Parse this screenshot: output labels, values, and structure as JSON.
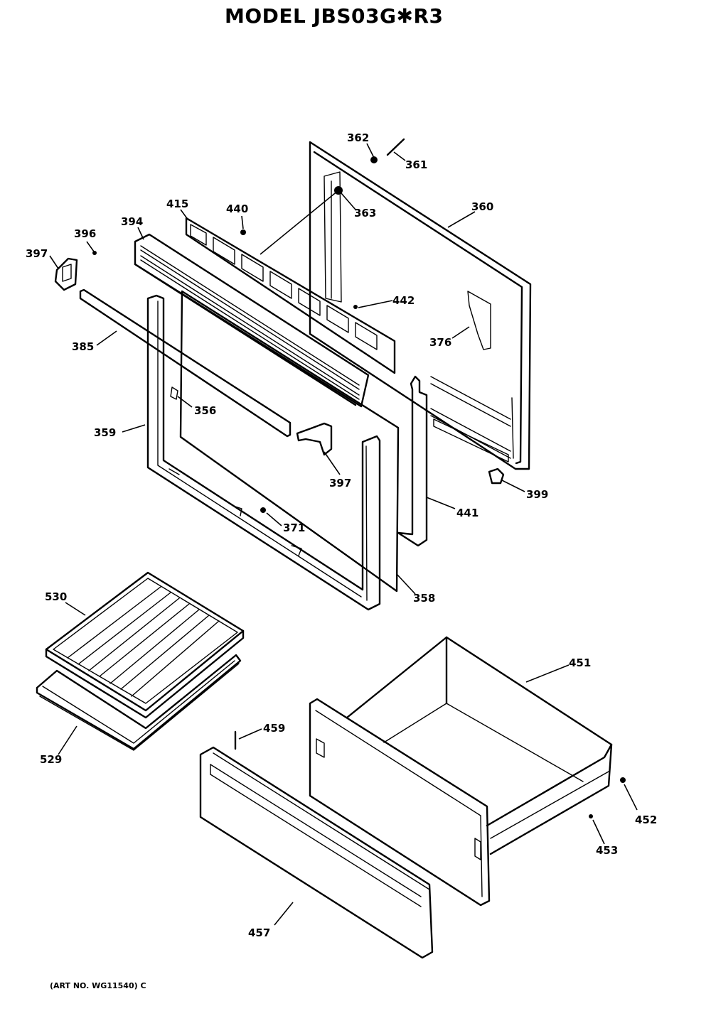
{
  "title": "MODEL JBS03G✱R3",
  "art_number": "(ART NO. WG11540) C",
  "callouts": [
    "362",
    "361",
    "363",
    "360",
    "415",
    "440",
    "394",
    "396",
    "397",
    "442",
    "385",
    "376",
    "356",
    "359",
    "397",
    "399",
    "371",
    "441",
    "358",
    "530",
    "451",
    "529",
    "459",
    "452",
    "453",
    "457"
  ]
}
